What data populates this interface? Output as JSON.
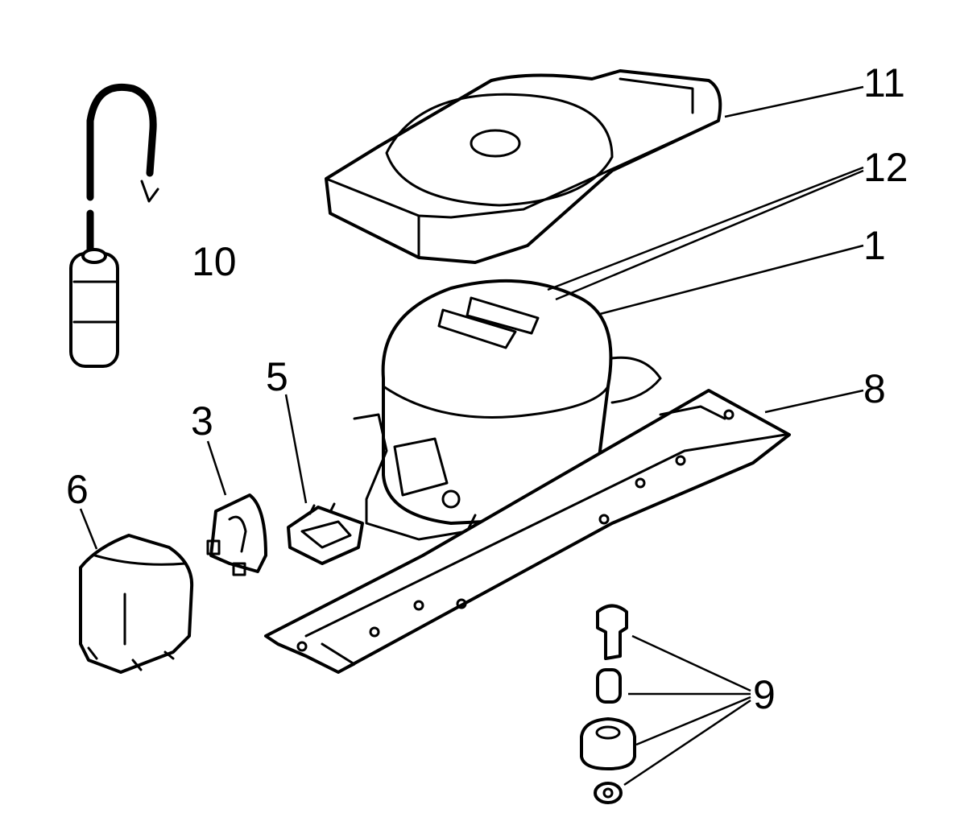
{
  "callouts": {
    "c1": "1",
    "c3": "3",
    "c5": "5",
    "c6": "6",
    "c8": "8",
    "c9": "9",
    "c10": "10",
    "c11": "11",
    "c12": "12"
  },
  "colors": {
    "line": "#000000",
    "background": "#ffffff"
  }
}
